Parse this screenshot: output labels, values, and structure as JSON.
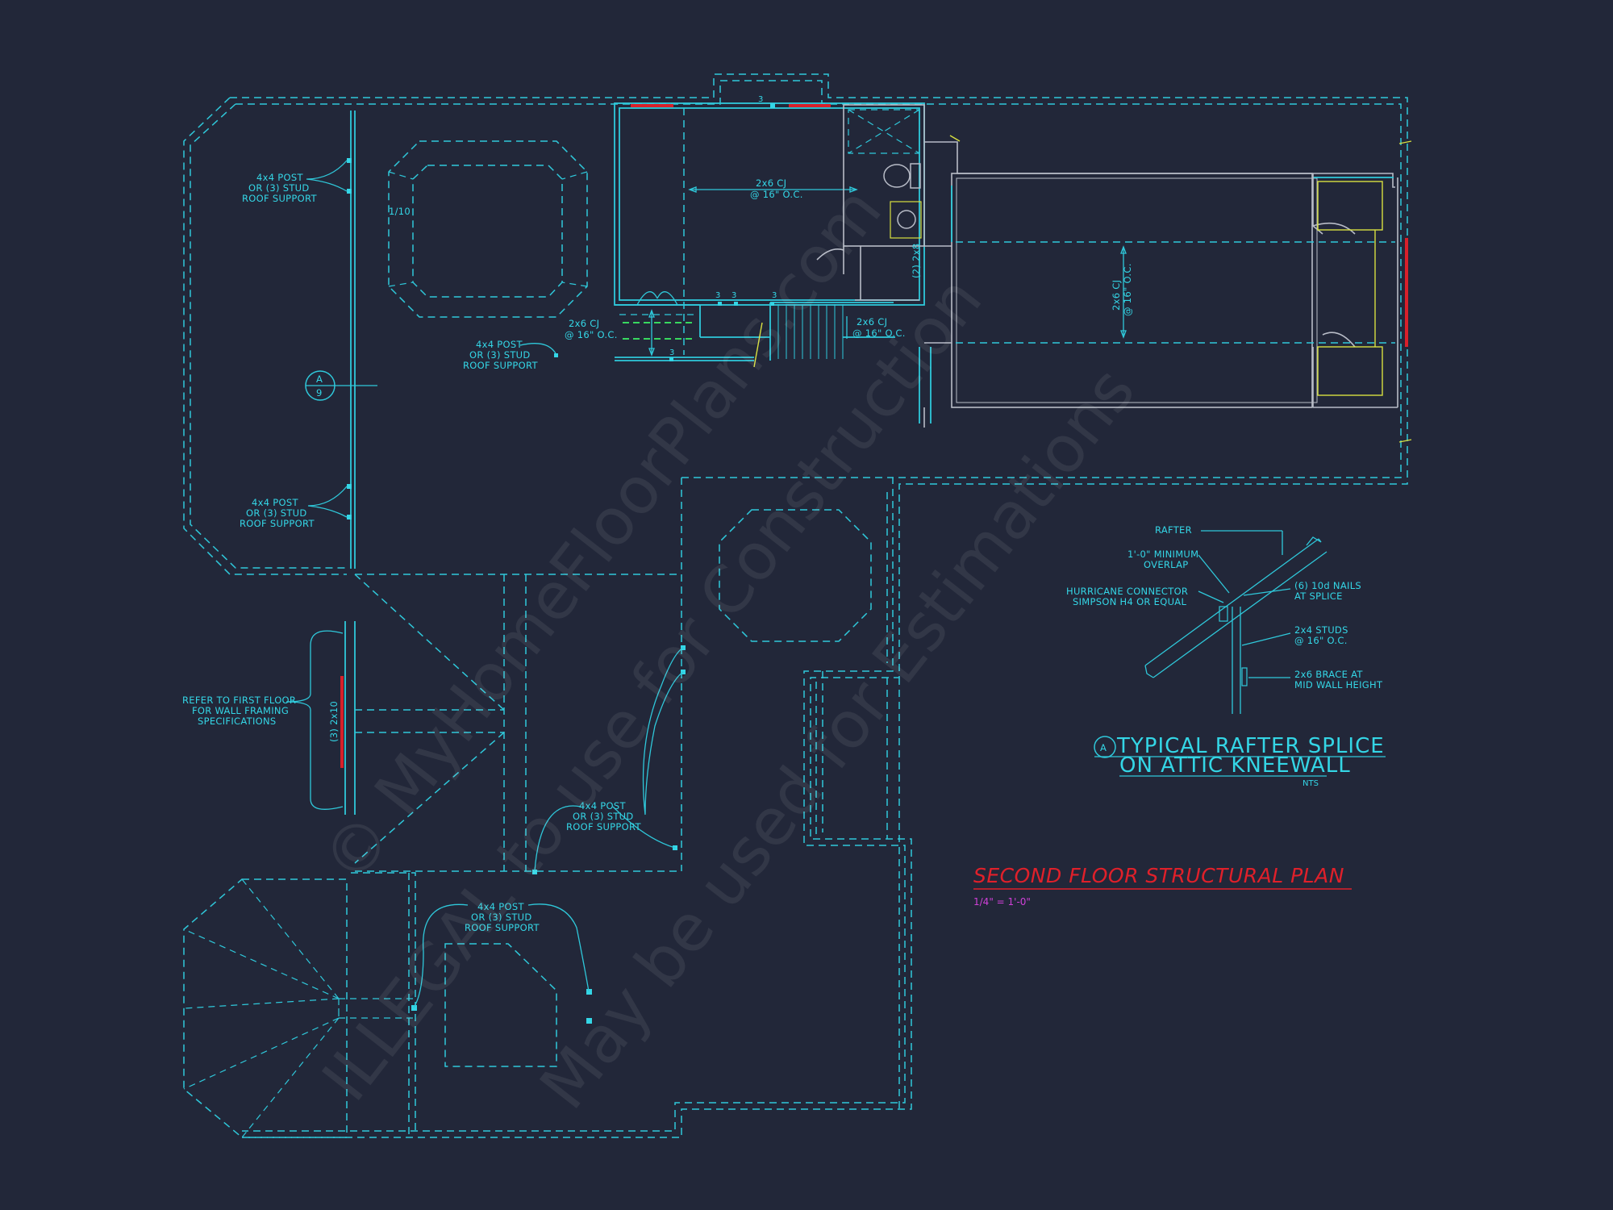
{
  "drawing": {
    "title": "SECOND FLOOR STRUCTURAL PLAN",
    "scale": "1/4\" = 1'-0\""
  },
  "watermark": {
    "line1": "© MyHomeFloorPlans.com",
    "line2": "ILLEGAL to use for Construction",
    "line3": "May be used for Estimations"
  },
  "notes": {
    "post_line1": "4x4 POST",
    "post_line2": "OR (3) STUD",
    "post_line3": "ROOF SUPPORT",
    "cj_line1": "2x6 CJ",
    "cj_line2": "@ 16\" O.C.",
    "refer_line1": "REFER TO FIRST FLOOR",
    "refer_line2": "FOR WALL FRAMING",
    "refer_line3": "SPECIFICATIONS",
    "header_32x10": "(3) 2x10",
    "header_22x8": "(2) 2x8",
    "tray_slope": "1/10",
    "stud_count": "3"
  },
  "section_marker": {
    "letter": "A",
    "sheet": "9"
  },
  "detail": {
    "marker": "A",
    "title_line1": "TYPICAL RAFTER SPLICE",
    "title_line2": "ON ATTIC KNEEWALL",
    "scale": "NTS",
    "callouts": {
      "rafter": "RAFTER",
      "overlap_line1": "1'-0\" MINIMUM",
      "overlap_line2": "OVERLAP",
      "connector_line1": "HURRICANE CONNECTOR",
      "connector_line2": "SIMPSON H4 OR EQUAL",
      "nails_line1": "(6) 10d NAILS",
      "nails_line2": "AT SPLICE",
      "studs_line1": "2x4 STUDS",
      "studs_line2": "@ 16\" O.C.",
      "brace_line1": "2x6 BRACE AT",
      "brace_line2": "MID WALL HEIGHT"
    }
  },
  "colors": {
    "background": "#222739",
    "line": "#2fc8da",
    "text": "#34d6e6",
    "title": "#e0202a",
    "scale": "#d040d8",
    "header": "#d8202a",
    "wall_grey": "#b8bcc7"
  }
}
